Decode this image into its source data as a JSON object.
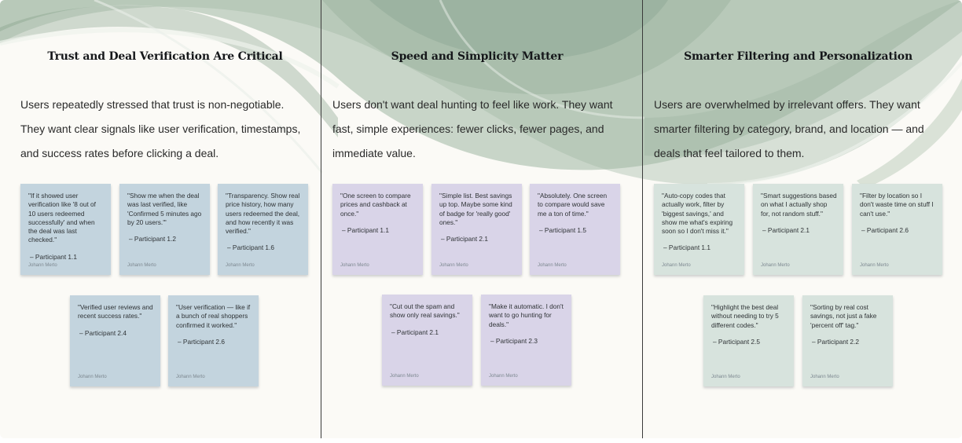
{
  "columns": [
    {
      "title": "Trust and Deal Verification Are Critical",
      "body": [
        "Users repeatedly stressed that trust is non-negotiable.",
        "They want clear signals like user verification, timestamps,",
        "and success rates before clicking a deal."
      ],
      "color": "#c3d4de",
      "notes": [
        {
          "quote": "\"If it showed user verification like '8 out of 10 users redeemed successfully' and when the deal was last checked.\"",
          "participant": "– Participant 1.1",
          "author": "Johann Merto"
        },
        {
          "quote": "\"Show me when the deal was last verified, like 'Confirmed 5 minutes ago by 20 users.'\"",
          "participant": "– Participant 1.2",
          "author": "Johann Merto"
        },
        {
          "quote": "\"Transparency. Show real price history, how many users redeemed the deal, and how recently it was verified.\"",
          "participant": "– Participant 1.6",
          "author": "Johann Merto"
        },
        {
          "quote": "\"Verified user reviews and recent success rates.\"",
          "participant": "– Participant 2.4",
          "author": "Johann Merto"
        },
        {
          "quote": "\"User verification — like if a bunch of real shoppers confirmed it worked.\"",
          "participant": "– Participant 2.6",
          "author": "Johann Merto"
        }
      ]
    },
    {
      "title": "Speed and Simplicity Matter",
      "body": [
        "Users don't want deal hunting to feel like work. They want",
        "fast, simple experiences: fewer clicks, fewer pages, and",
        "immediate value."
      ],
      "color": "#d9d4e8",
      "notes": [
        {
          "quote": "\"One screen to compare prices and cashback at once.\"",
          "participant": "– Participant 1.1",
          "author": "Johann Merto"
        },
        {
          "quote": "\"Simple list. Best savings up top. Maybe some kind of badge for 'really good' ones.\"",
          "participant": "– Participant 2.1",
          "author": "Johann Merto"
        },
        {
          "quote": "\"Absolutely. One screen to compare would save me a ton of time.\"",
          "participant": "– Participant 1.5",
          "author": "Johann Merto"
        },
        {
          "quote": "\"Cut out the spam and show only real savings.\"",
          "participant": "– Participant 2.1",
          "author": "Johann Merto"
        },
        {
          "quote": "\"Make it automatic. I don't want to go hunting for deals.\"",
          "participant": "– Participant 2.3",
          "author": "Johann Merto"
        }
      ]
    },
    {
      "title": "Smarter Filtering and Personalization",
      "body": [
        "Users are overwhelmed by irrelevant offers. They want",
        "smarter filtering by category, brand, and location — and",
        "deals that feel tailored to them."
      ],
      "color": "#d7e3dd",
      "notes": [
        {
          "quote": "\"Auto-copy codes that actually work, filter by 'biggest savings,' and show me what's expiring soon so I don't miss it.\"",
          "participant": "– Participant 1.1",
          "author": "Johann Merto"
        },
        {
          "quote": "\"Smart suggestions based on what I actually shop for, not random stuff.\"",
          "participant": "– Participant 2.1",
          "author": "Johann Merto"
        },
        {
          "quote": "\"Filter by location so I don't waste time on stuff I can't use.\"",
          "participant": "– Participant 2.6",
          "author": "Johann Merto"
        },
        {
          "quote": "\"Highlight the best deal without needing to try 5 different codes.\"",
          "participant": "– Participant 2.5",
          "author": "Johann Merto"
        },
        {
          "quote": "\"Sorting by real cost savings, not just a fake 'percent off' tag.\"",
          "participant": "– Participant 2.2",
          "author": "Johann Merto"
        }
      ]
    }
  ],
  "colors": {
    "background": "#fbfaf6",
    "swirl": "#a7bcaa",
    "divider": "#3a3a3a"
  }
}
